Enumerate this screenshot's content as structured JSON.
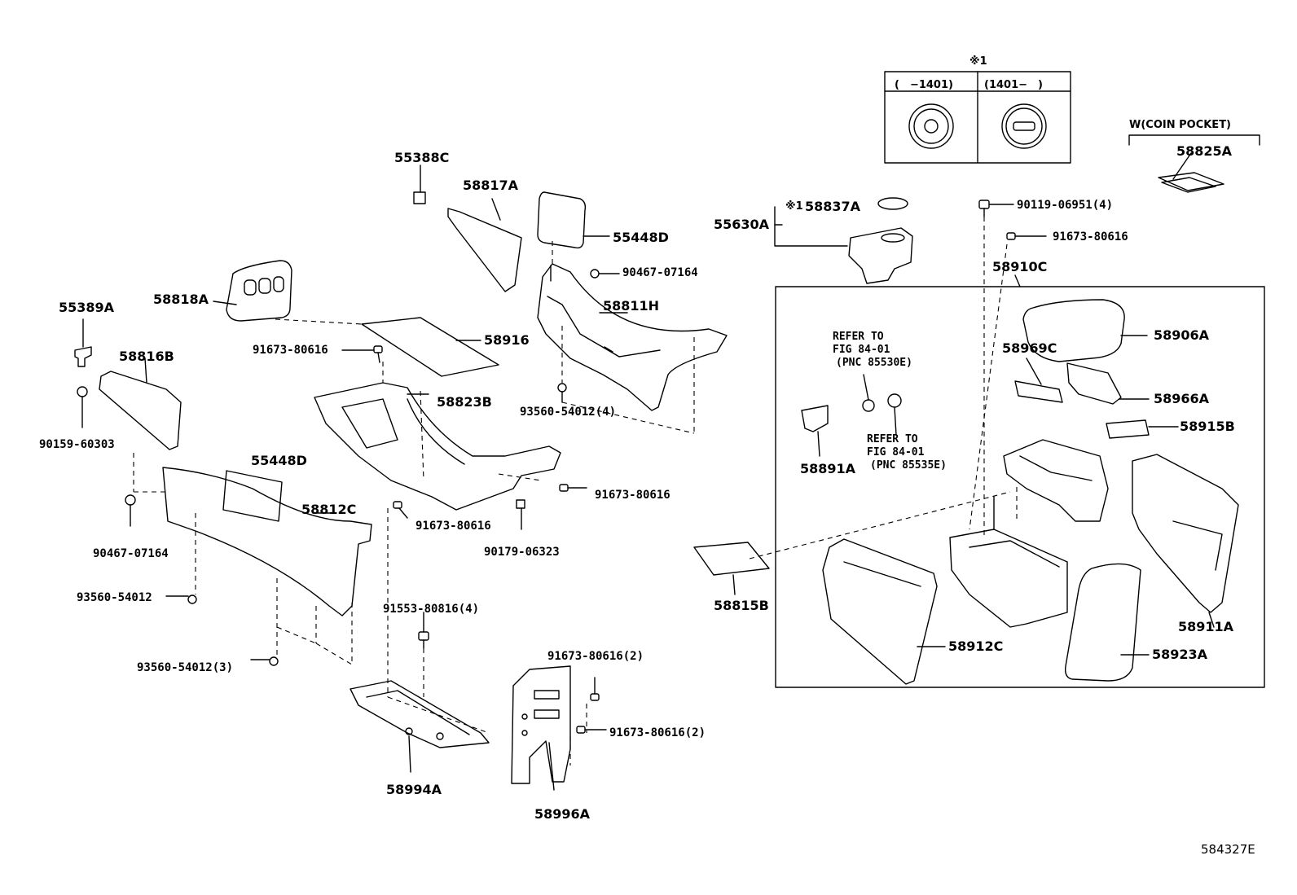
{
  "figure_id": "584327E",
  "variant_box": {
    "marker": "※1",
    "col_left": "(　−1401)",
    "col_right": "(1401−　)"
  },
  "coin_pocket_label": "W(COIN POCKET)",
  "refer1": [
    "REFER TO",
    "FIG 84-01",
    "(PNC 85530E)"
  ],
  "refer2": [
    "REFER TO",
    "FIG 84-01",
    "(PNC 85535E)"
  ],
  "marker_58837": "※1",
  "parts": {
    "p55388C": "55388C",
    "p58817A": "58817A",
    "p55448D_top": "55448D",
    "p90467_top": "90467-07164",
    "p58811H": "58811H",
    "p58818A": "58818A",
    "p55389A": "55389A",
    "p58816B": "58816B",
    "p91673_a": "91673-80616",
    "p58916": "58916",
    "p58823B": "58823B",
    "p93560_4": "93560-54012(4)",
    "p90159": "90159-60303",
    "p55448D_low": "55448D",
    "p58812C": "58812C",
    "p90467_low": "90467-07164",
    "p91673_b": "91673-80616",
    "p91673_c": "91673-80616",
    "p90179": "90179-06323",
    "p93560_a": "93560-54012",
    "p91553": "91553-80816(4)",
    "p93560_3": "93560-54012(3)",
    "p91673_2a": "91673-80616(2)",
    "p91673_2b": "91673-80616(2)",
    "p58994A": "58994A",
    "p58996A": "58996A",
    "p55630A": "55630A",
    "p58837A": "58837A",
    "p90119": "90119-06951(4)",
    "p91673_d": "91673-80616",
    "p58825A": "58825A",
    "p58910C": "58910C",
    "p58906A": "58906A",
    "p58969C": "58969C",
    "p58966A": "58966A",
    "p58915B": "58915B",
    "p58891A": "58891A",
    "p58911A": "58911A",
    "p58815B": "58815B",
    "p58912C": "58912C",
    "p58923A": "58923A"
  }
}
